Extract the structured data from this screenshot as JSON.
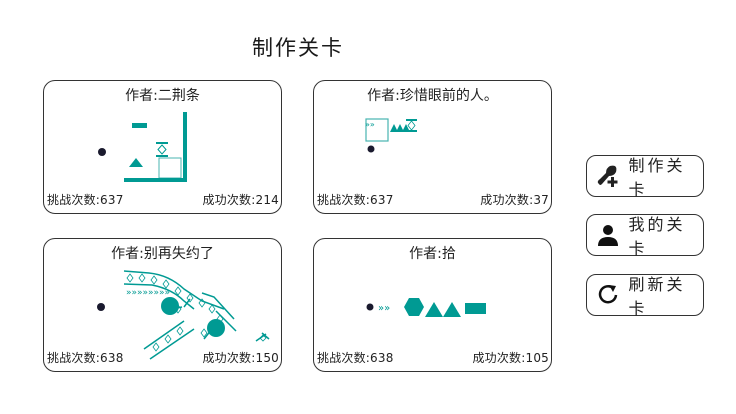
{
  "page_title": "制作关卡",
  "colors": {
    "accent": "#009a93",
    "ball": "#1a1a2e",
    "border": "#333333"
  },
  "levels": [
    {
      "author_label": "作者:二荆条",
      "attempts_label": "挑战次数:637",
      "successes_label": "成功次数:214",
      "attempts": 637,
      "successes": 214
    },
    {
      "author_label": "作者:珍惜眼前的人。",
      "attempts_label": "挑战次数:637",
      "successes_label": "成功次数:37",
      "attempts": 637,
      "successes": 37
    },
    {
      "author_label": "作者:别再失约了",
      "attempts_label": "挑战次数:638",
      "successes_label": "成功次数:150",
      "attempts": 638,
      "successes": 150
    },
    {
      "author_label": "作者:拾",
      "attempts_label": "挑战次数:638",
      "successes_label": "成功次数:105",
      "attempts": 638,
      "successes": 105
    }
  ],
  "side_buttons": [
    {
      "label": "制作关卡",
      "icon": "brush-plus-icon"
    },
    {
      "label": "我的关卡",
      "icon": "user-icon"
    },
    {
      "label": "刷新关卡",
      "icon": "refresh-icon"
    }
  ]
}
